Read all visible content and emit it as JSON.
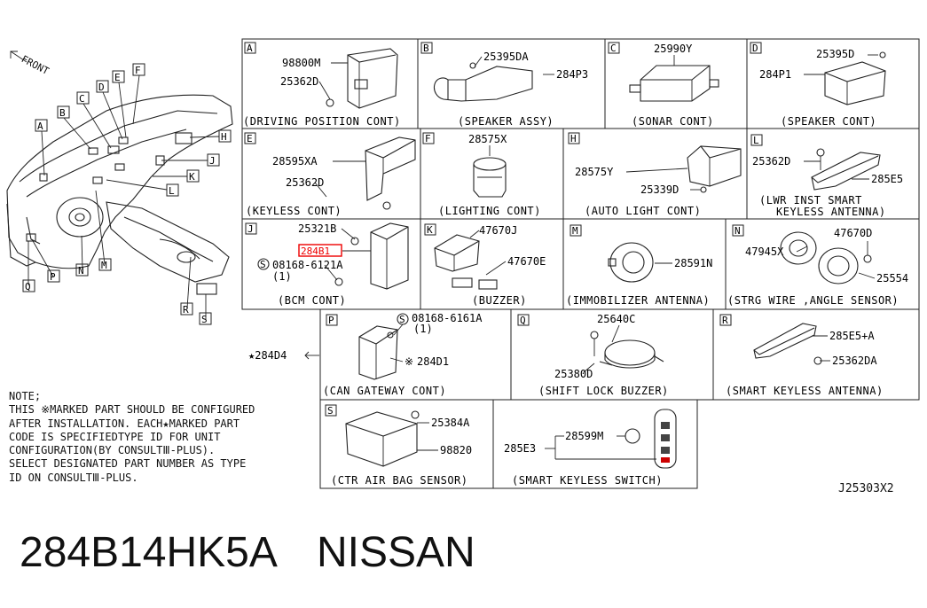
{
  "front_label": "FRONT",
  "overview_callouts": [
    "A",
    "B",
    "C",
    "D",
    "E",
    "F",
    "H",
    "J",
    "K",
    "L",
    "M",
    "N",
    "P",
    "Q",
    "R",
    "S"
  ],
  "panels": {
    "A": {
      "letter": "A",
      "caption": "(DRIVING POSITION CONT)",
      "parts": [
        "98800M",
        "25362D"
      ]
    },
    "B": {
      "letter": "B",
      "caption": "(SPEAKER ASSY)",
      "parts": [
        "25395DA",
        "284P3"
      ]
    },
    "C": {
      "letter": "C",
      "caption": "(SONAR CONT)",
      "parts": [
        "25990Y"
      ]
    },
    "D": {
      "letter": "D",
      "caption": "(SPEAKER CONT)",
      "parts": [
        "25395D",
        "284P1"
      ]
    },
    "E": {
      "letter": "E",
      "caption": "(KEYLESS CONT)",
      "parts": [
        "28595XA",
        "25362D"
      ]
    },
    "F": {
      "letter": "F",
      "caption": "(LIGHTING CONT)",
      "parts": [
        "28575X"
      ]
    },
    "H": {
      "letter": "H",
      "caption": "(AUTO LIGHT CONT)",
      "parts": [
        "28575Y",
        "25339D"
      ]
    },
    "L": {
      "letter": "L",
      "caption": "(LWR INST SMART",
      "caption2": "KEYLESS ANTENNA)",
      "parts": [
        "25362D",
        "285E5"
      ]
    },
    "J": {
      "letter": "J",
      "caption": "(BCM CONT)",
      "parts": [
        "25321B",
        "284B1",
        "08168-6121A",
        "(1)"
      ],
      "screw": "S"
    },
    "K": {
      "letter": "K",
      "caption": "(BUZZER)",
      "parts": [
        "47670J",
        "47670E"
      ]
    },
    "M": {
      "letter": "M",
      "caption": "(IMMOBILIZER ANTENNA)",
      "parts": [
        "28591N"
      ]
    },
    "N": {
      "letter": "N",
      "caption": "(STRG WIRE ,ANGLE SENSOR)",
      "parts": [
        "47670D",
        "47945X",
        "25554"
      ]
    },
    "P": {
      "letter": "P",
      "caption": "(CAN GATEWAY CONT)",
      "parts": [
        "08168-6161A",
        "(1)",
        "284D1"
      ],
      "screw": "S"
    },
    "Q": {
      "letter": "Q",
      "caption": "(SHIFT LOCK BUZZER)",
      "parts": [
        "25640C",
        "25380D"
      ]
    },
    "R": {
      "letter": "R",
      "caption": "(SMART KEYLESS ANTENNA)",
      "parts": [
        "285E5+A",
        "25362DA"
      ]
    },
    "S": {
      "letter": "S",
      "caption": "(CTR AIR BAG SENSOR)",
      "parts": [
        "25384A",
        "98820"
      ]
    },
    "SW": {
      "caption": "(SMART KEYLESS SWITCH)",
      "parts": [
        "28599M",
        "285E3"
      ]
    }
  },
  "star_ref": "★284D4",
  "note_text": "NOTE;\nTHIS ※MARKED PART SHOULD BE CONFIGURED\nAFTER INSTALLATION. EACH★MARKED PART\nCODE IS SPECIFIEDTYPE ID FOR UNIT\nCONFIGURATION(BY CONSULTⅢ-PLUS).\nSELECT DESIGNATED PART NUMBER AS TYPE\nID ON CONSULTⅢ-PLUS.",
  "drawing_number": "J25303X2",
  "part_number": "284B14HK5A",
  "brand": "NISSAN",
  "highlight_color": "#e00000"
}
